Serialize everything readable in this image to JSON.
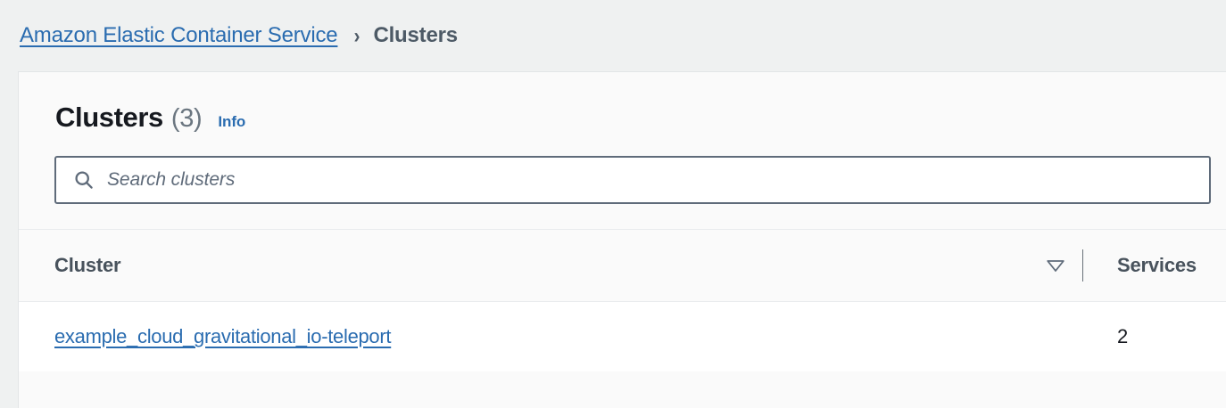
{
  "breadcrumb": {
    "service_link": "Amazon Elastic Container Service",
    "separator": "›",
    "current": "Clusters"
  },
  "panel": {
    "title": "Clusters",
    "count": "(3)",
    "info_label": "Info"
  },
  "search": {
    "placeholder": "Search clusters",
    "value": "",
    "icon": "search-icon"
  },
  "table": {
    "columns": [
      {
        "key": "cluster",
        "label": "Cluster",
        "sort_icon": "sort-descending-triangle-icon"
      },
      {
        "key": "services",
        "label": "Services"
      }
    ],
    "rows": [
      {
        "cluster": "example_cloud_gravitational_io-teleport",
        "services": "2"
      }
    ]
  },
  "colors": {
    "page_background": "#eff1f1",
    "panel_background": "#fafafa",
    "link_blue": "#2a6cb0",
    "header_text": "#48525c",
    "title_text": "#16191f",
    "muted_text": "#6b7680",
    "input_border": "#5f6b7a",
    "row_background": "#ffffff",
    "divider": "#e9ebed"
  }
}
